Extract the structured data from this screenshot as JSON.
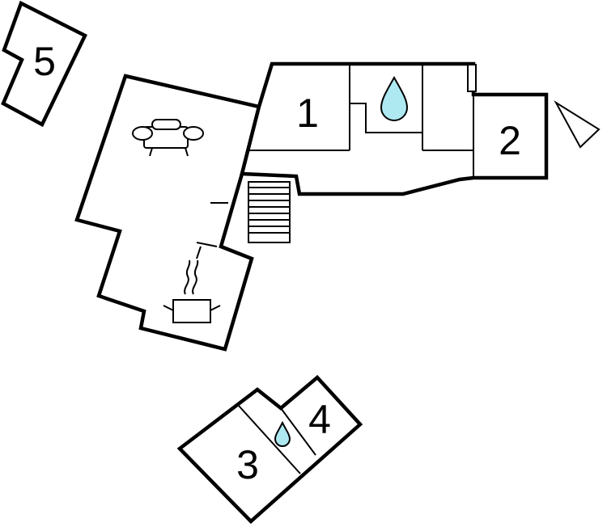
{
  "floorplan": {
    "rooms": [
      {
        "id": "room-1",
        "number": "1"
      },
      {
        "id": "room-2",
        "number": "2"
      },
      {
        "id": "room-3",
        "number": "3"
      },
      {
        "id": "room-4",
        "number": "4"
      },
      {
        "id": "room-5",
        "number": "5"
      }
    ],
    "icons": [
      "sofa-icon",
      "cooking-pot-icon",
      "water-drop-icon",
      "water-drop-icon",
      "staircase-icon",
      "north-arrow-icon"
    ],
    "colors": {
      "wall": "#000000",
      "water": "#aee9f2",
      "background": "#ffffff"
    }
  }
}
